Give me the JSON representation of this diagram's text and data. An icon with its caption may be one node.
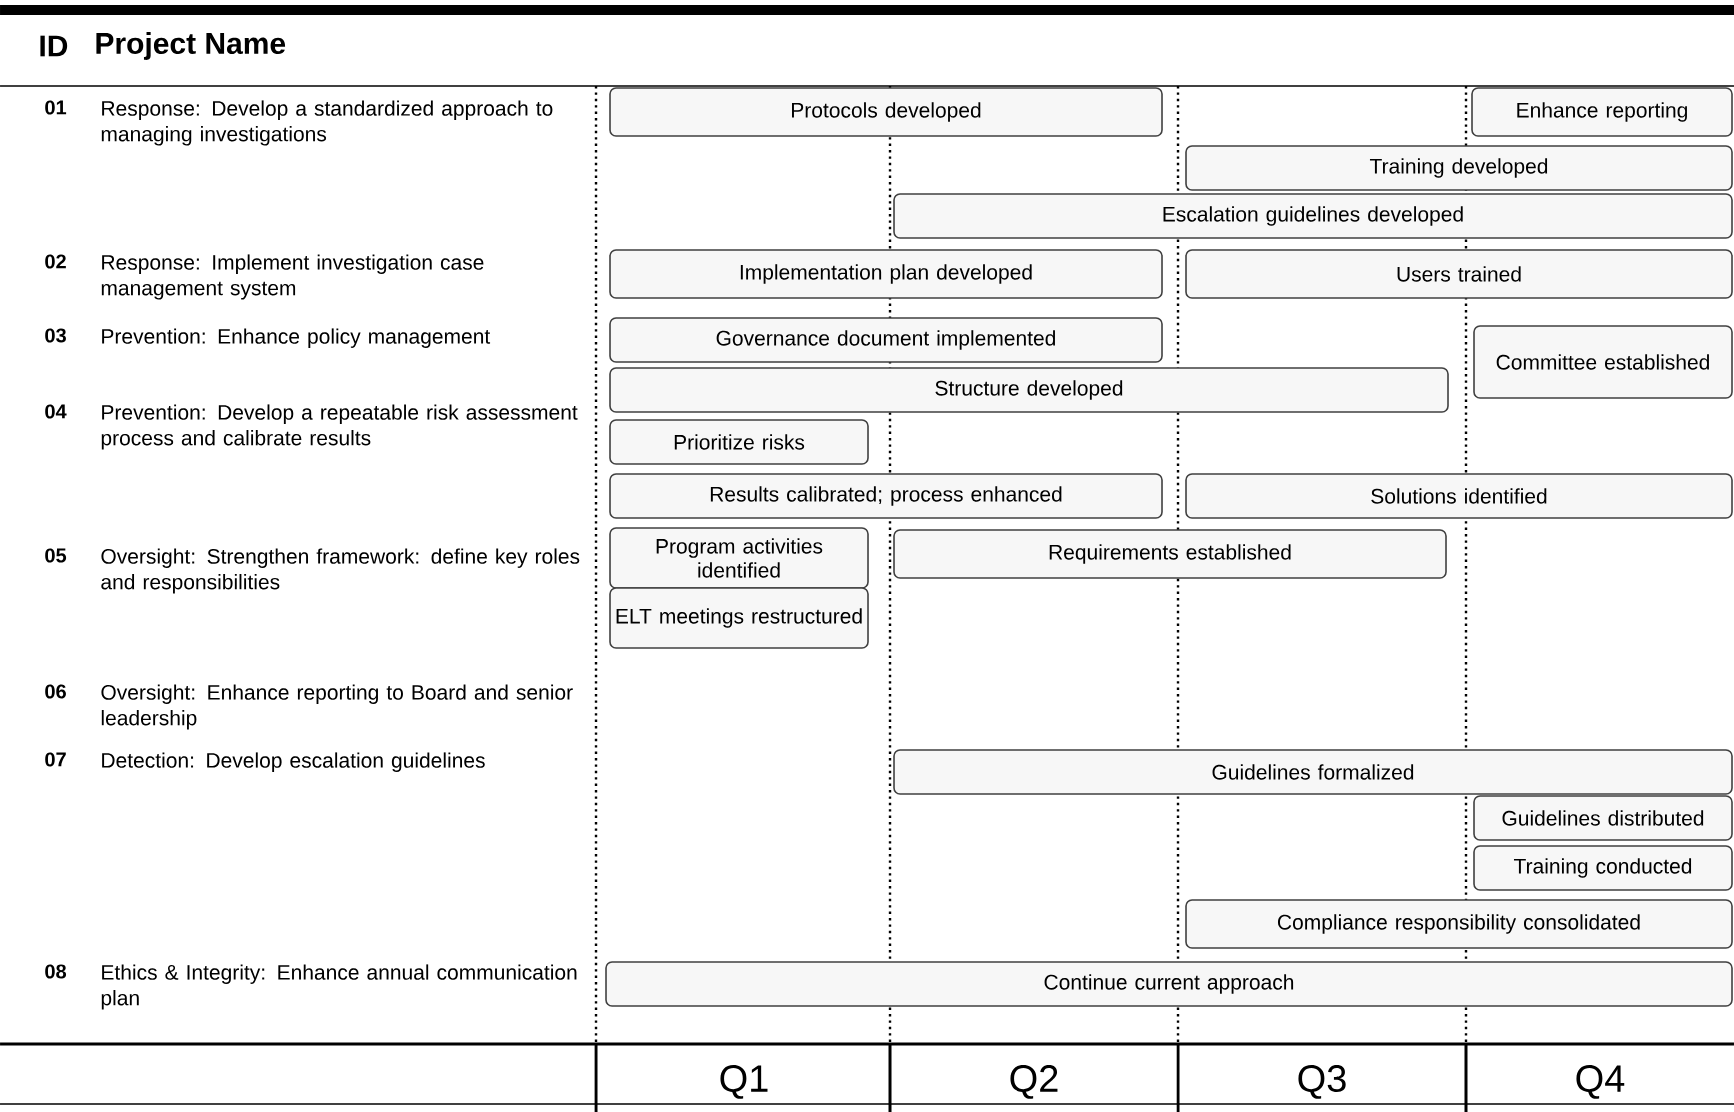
{
  "diagram": {
    "nodes": [
      {
        "text": [
          "Protocols developed"
        ]
      },
      {
        "text": [
          "Enhance reporting"
        ]
      },
      {
        "text": [
          "Training developed"
        ]
      },
      {
        "text": [
          "Escalation guidelines developed"
        ]
      },
      {
        "text": [
          "Implementation plan developed"
        ]
      },
      {
        "text": [
          "Users trained"
        ]
      },
      {
        "text": [
          "Governance document implemented"
        ]
      },
      {
        "text": [
          "Committee established"
        ]
      },
      {
        "text": [
          "Structure developed"
        ]
      },
      {
        "text": [
          "Prioritize risks"
        ]
      },
      {
        "text": [
          "Results calibrated; process enhanced"
        ]
      },
      {
        "text": [
          "Solutions identified"
        ]
      },
      {
        "text": [
          "Program activities identified"
        ]
      },
      {
        "text": [
          "Requirements established"
        ]
      },
      {
        "text": [
          "ELT meetings restructured"
        ]
      },
      {
        "text": [
          "Guidelines formalized"
        ]
      },
      {
        "text": [
          "Guidelines distributed"
        ]
      },
      {
        "text": [
          "Training conducted"
        ]
      },
      {
        "text": [
          "Compliance responsibility consolidated"
        ]
      },
      {
        "text": [
          "Continue current approach"
        ]
      }
    ],
    "labels": [
      "ID",
      "Project Name",
      "01",
      "Response: Develop a standardized approach to managing investigations",
      "02",
      "Response: Implement investigation case management system",
      "03",
      "Prevention: Enhance policy management",
      "04",
      "Prevention: Develop a repeatable risk assessment process and calibrate results",
      "05",
      "Oversight: Strengthen framework: define key roles and responsibilities",
      "06",
      "Oversight: Enhance reporting to Board and senior leadership",
      "07",
      "Detection: Develop escalation guidelines",
      "08",
      "Ethics & Integrity: Enhance annual communication plan",
      "Q1",
      "Q2",
      "Q3",
      "Q4"
    ]
  }
}
